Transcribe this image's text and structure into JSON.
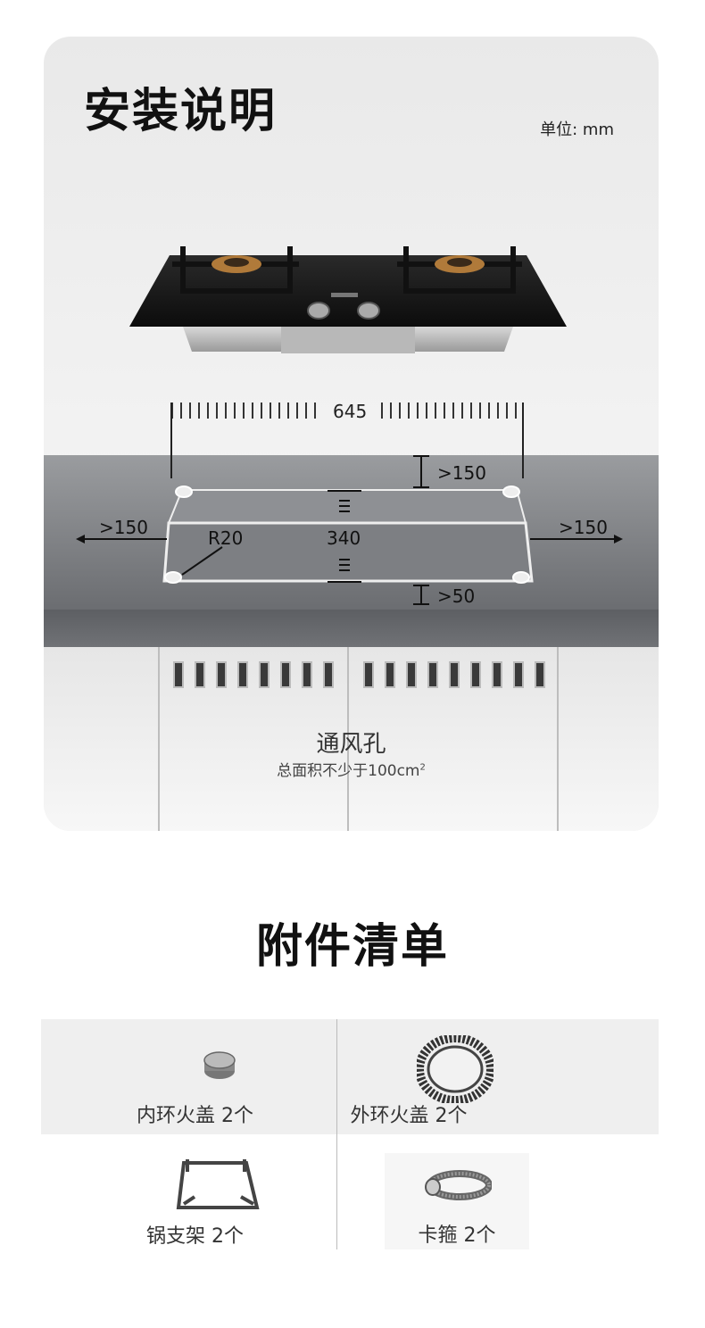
{
  "install": {
    "title": "安装说明",
    "unit": "单位: mm",
    "width_dim": "645",
    "depth_dim": "340",
    "radius": "R20",
    "back_clearance": ">150",
    "left_clearance": ">150",
    "right_clearance": ">150",
    "front_clearance": ">50",
    "vent_title": "通风孔",
    "vent_sub": "总面积不少于100cm",
    "vent_sup": "2"
  },
  "accessories": {
    "title": "附件清单",
    "items": [
      {
        "label": "内环火盖 2个",
        "icon": "inner-burner-cap-icon"
      },
      {
        "label": "外环火盖 2个",
        "icon": "outer-burner-ring-icon"
      },
      {
        "label": "锅支架 2个",
        "icon": "pan-support-icon"
      },
      {
        "label": "卡箍 2个",
        "icon": "hose-clamp-icon"
      }
    ]
  },
  "colors": {
    "counter_top": "#9a9c9f",
    "counter_bottom": "#6b6d71",
    "cooktop_glass": "#1a1a1a",
    "accessory_bg": "#efefef"
  }
}
